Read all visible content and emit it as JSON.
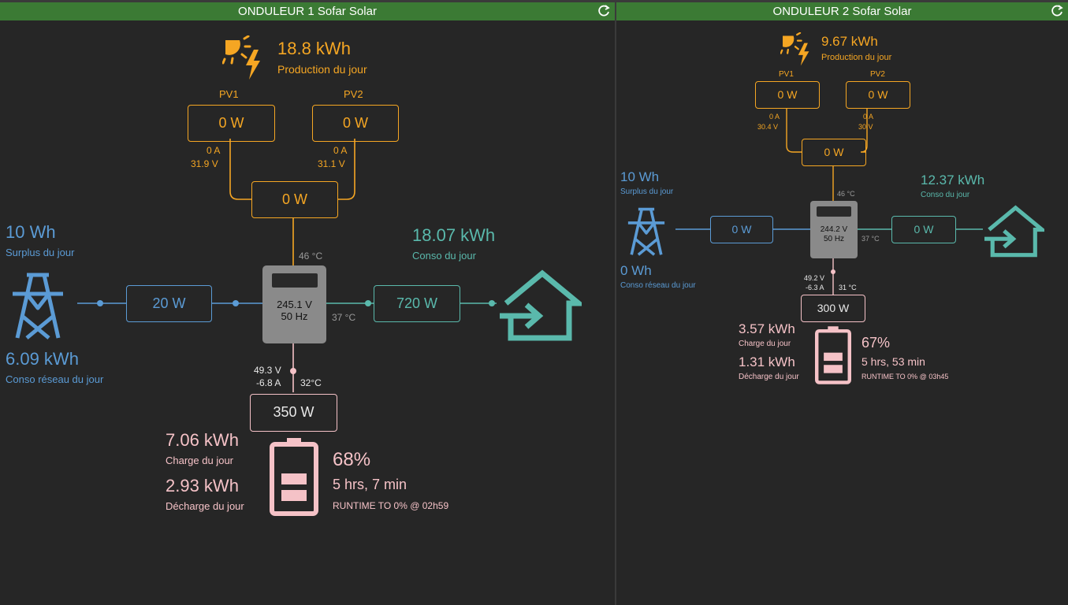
{
  "colors": {
    "solar": "#f5a623",
    "grid": "#5b9bd5",
    "home": "#5ab9ac",
    "battery": "#f5c2c7",
    "inverter": "#8a8a8a",
    "title_bar": "#3b7a34"
  },
  "icons": {
    "refresh": "refresh-icon",
    "solar": "solar-sun-bolt-icon",
    "grid": "power-tower-icon",
    "home": "home-import-icon",
    "battery": "battery-icon",
    "inverter": "inverter-icon"
  },
  "inverter1": {
    "title": "ONDULEUR 1 Sofar Solar",
    "production": {
      "value": "18.8 kWh",
      "label": "Production du jour"
    },
    "pv1": {
      "label": "PV1",
      "power": "0 W",
      "current": "0 A",
      "voltage": "31.9 V"
    },
    "pv2": {
      "label": "PV2",
      "power": "0 W",
      "current": "0 A",
      "voltage": "31.1 V"
    },
    "pv_total": "0 W",
    "grid": {
      "surplus_value": "10 Wh",
      "surplus_label": "Surplus du jour",
      "import_value": "6.09 kWh",
      "import_label": "Conso réseau du jour",
      "power": "20 W"
    },
    "inverter": {
      "voltage": "245.1 V",
      "frequency": "50 Hz",
      "temp_dc": "46 °C",
      "temp_ac": "37 °C"
    },
    "load": {
      "value": "18.07 kWh",
      "label": "Conso du jour",
      "power": "720 W"
    },
    "battery": {
      "voltage": "49.3 V",
      "current": "-6.8 A",
      "temp": "32°C",
      "power": "350 W",
      "charge_value": "7.06 kWh",
      "charge_label": "Charge du jour",
      "discharge_value": "2.93 kWh",
      "discharge_label": "Décharge du jour",
      "soc": "68%",
      "runtime": "5 hrs, 7 min",
      "runtime_label": "RUNTIME TO 0% @ 02h59"
    }
  },
  "inverter2": {
    "title": "ONDULEUR 2 Sofar Solar",
    "production": {
      "value": "9.67 kWh",
      "label": "Production du jour"
    },
    "pv1": {
      "label": "PV1",
      "power": "0 W",
      "current": "0 A",
      "voltage": "30.4 V"
    },
    "pv2": {
      "label": "PV2",
      "power": "0 W",
      "current": "0 A",
      "voltage": "30 V"
    },
    "pv_total": "0 W",
    "grid": {
      "surplus_value": "10 Wh",
      "surplus_label": "Surplus du jour",
      "import_value": "0 Wh",
      "import_label": "Conso réseau du jour",
      "power": "0 W"
    },
    "inverter": {
      "voltage": "244.2 V",
      "frequency": "50 Hz",
      "temp_dc": "46 °C",
      "temp_ac": "37 °C"
    },
    "load": {
      "value": "12.37 kWh",
      "label": "Conso du jour",
      "power": "0 W"
    },
    "battery": {
      "voltage": "49.2 V",
      "current": "-6.3 A",
      "temp": "31 °C",
      "power": "300 W",
      "charge_value": "3.57 kWh",
      "charge_label": "Charge du jour",
      "discharge_value": "1.31 kWh",
      "discharge_label": "Décharge du jour",
      "soc": "67%",
      "runtime": "5 hrs, 53 min",
      "runtime_label": "RUNTIME TO 0% @ 03h45"
    }
  }
}
